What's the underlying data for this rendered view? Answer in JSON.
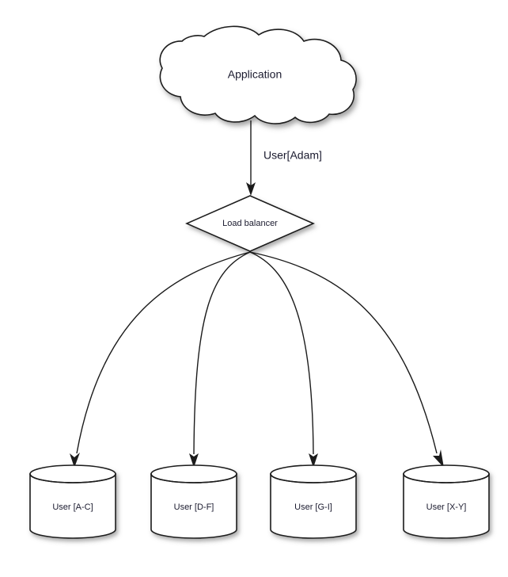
{
  "diagram": {
    "title_text": "Application",
    "background_color": "#ffffff",
    "stroke_color": "#1b1b1b",
    "text_color": "#1a1a2e",
    "nodes": [
      {
        "id": "application",
        "type": "cloud",
        "label": "Application",
        "icon": "cloud-icon"
      },
      {
        "id": "load-balancer",
        "type": "diamond",
        "label": "Load balancer",
        "icon": "diamond-decision-icon"
      },
      {
        "id": "db-a-c",
        "type": "cylinder",
        "label": "User [A-C]",
        "icon": "database-cylinder-icon"
      },
      {
        "id": "db-d-f",
        "type": "cylinder",
        "label": "User [D-F]",
        "icon": "database-cylinder-icon"
      },
      {
        "id": "db-g-i",
        "type": "cylinder",
        "label": "User [G-I]",
        "icon": "database-cylinder-icon"
      },
      {
        "id": "db-x-y",
        "type": "cylinder",
        "label": "User [X-Y]",
        "icon": "database-cylinder-icon"
      }
    ],
    "edges": [
      {
        "id": "app-to-lb",
        "from": "application",
        "to": "load-balancer",
        "label": "User[Adam]",
        "style": "straight-arrow"
      },
      {
        "id": "lb-to-a-c",
        "from": "load-balancer",
        "to": "db-a-c",
        "label": "",
        "style": "curved-arrow"
      },
      {
        "id": "lb-to-d-f",
        "from": "load-balancer",
        "to": "db-d-f",
        "label": "",
        "style": "curved-arrow"
      },
      {
        "id": "lb-to-g-i",
        "from": "load-balancer",
        "to": "db-g-i",
        "label": "",
        "style": "curved-arrow"
      },
      {
        "id": "lb-to-x-y",
        "from": "load-balancer",
        "to": "db-x-y",
        "label": "",
        "style": "curved-arrow"
      }
    ]
  }
}
